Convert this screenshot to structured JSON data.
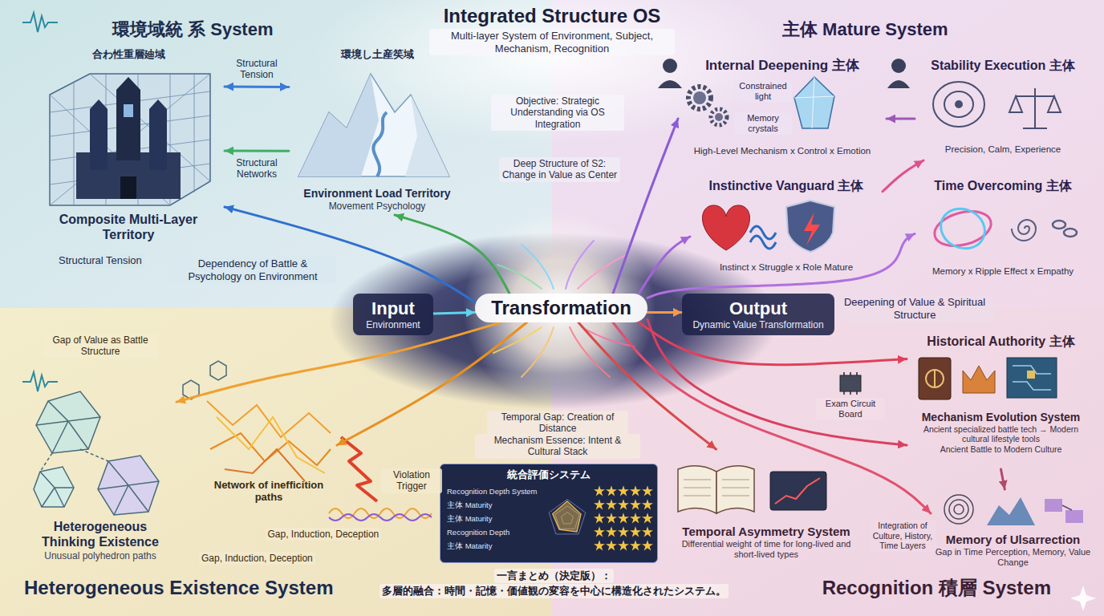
{
  "diagram": {
    "title": "Integrated Structure OS",
    "nodes": [
      {
        "text": [
          "環境域統 系 System"
        ]
      },
      {
        "text": [
          "合わ性重層廸域",
          "Composite Multi-Layer Territory"
        ],
        "in": 0
      },
      {
        "text": [
          "環境し土産笶域",
          "Environment Load Territory",
          "Movement Psychology"
        ],
        "in": 0
      },
      {
        "text": [
          "主体 Mature System"
        ]
      },
      {
        "text": [
          "Internal Deepening 主体",
          "High-Level Mechanism x Control x Emotion"
        ],
        "in": 3
      },
      {
        "text": [
          "Stability Execution 主体",
          "Precision, Calm, Experience"
        ],
        "in": 3
      },
      {
        "text": [
          "Instinctive Vanguard 主体",
          "Instinct x Struggle x Role Mature"
        ],
        "in": 3
      },
      {
        "text": [
          "Time Overcoming 主体",
          "Memory x Ripple Effect x Empathy"
        ],
        "in": 3
      },
      {
        "text": [
          "Input",
          "Environment"
        ]
      },
      {
        "text": [
          "Transformation"
        ]
      },
      {
        "text": [
          "Output",
          "Dynamic Value Transformation"
        ]
      },
      {
        "text": [
          "Heterogeneous Existence System"
        ]
      },
      {
        "text": [
          "Heterogeneous Thinking Existence",
          "Unusual polyhedron paths"
        ],
        "in": 11
      },
      {
        "text": [
          "Network of inefficition paths"
        ],
        "in": 11
      },
      {
        "text": [
          "統合評価システム",
          "Recognition Depth System",
          "主体 Maturity",
          "主体 Maturity",
          "Recognition Depth",
          "主体 Matarity"
        ]
      },
      {
        "text": [
          "Recognition 積層 System"
        ]
      },
      {
        "text": [
          "Historical Authority 主体"
        ],
        "in": 15
      },
      {
        "text": [
          "Mechanism Evolution System",
          "Ancient specialized battle tech → Modern cultural lifestyle tools",
          "Ancient Battle to Modern Culture"
        ],
        "in": 15
      },
      {
        "text": [
          "Temporal Asymmetry System",
          "Differential weight of time for long-lived and short-lived types"
        ],
        "in": 15
      },
      {
        "text": [
          "Memory of Ulsarrection",
          "Gap in Time Perception, Memory, Value Change"
        ],
        "in": 15
      }
    ],
    "edges": [
      {
        "from": 1,
        "to": 2,
        "arrow": "both",
        "label": "Structural Tension"
      },
      {
        "from": 2,
        "to": 1,
        "arrow": "to",
        "label": "Structural Networks"
      },
      {
        "from": 9,
        "to": 1,
        "arrow": "to"
      },
      {
        "from": 9,
        "to": 2,
        "arrow": "to"
      },
      {
        "from": 8,
        "to": 9,
        "arrow": "to"
      },
      {
        "from": 9,
        "to": 10,
        "arrow": "to"
      },
      {
        "from": 9,
        "to": 4,
        "arrow": "to"
      },
      {
        "from": 9,
        "to": 6,
        "arrow": "to"
      },
      {
        "from": 9,
        "to": 7,
        "arrow": "to"
      },
      {
        "from": 5,
        "to": 4,
        "arrow": "to"
      },
      {
        "from": 6,
        "to": 5,
        "arrow": "to"
      },
      {
        "from": 9,
        "to": 12,
        "arrow": "to"
      },
      {
        "from": 9,
        "to": 13,
        "arrow": "to"
      },
      {
        "from": 9,
        "to": 16,
        "arrow": "to"
      },
      {
        "from": 9,
        "to": 17,
        "arrow": "to"
      },
      {
        "from": 9,
        "to": 19,
        "arrow": "to"
      },
      {
        "from": 9,
        "to": 18,
        "arrow": "to"
      },
      {
        "from": 17,
        "to": 19,
        "arrow": "to"
      }
    ],
    "labels": [
      "Multi-layer System of Environment, Subject, Mechanism, Recognition",
      "Objective: Strategic Understanding via OS Integration",
      "Deep Structure of S2: Change in Value as Center",
      "Structural Tension",
      "Dependency of Battle & Psychology on Environment",
      "Constrained light",
      "Memory crystals",
      "Deepening of Value & Spiritual Structure",
      "Gap of Value as Battle Structure",
      "Violation Trigger",
      "Gap, Induction, Deception",
      "Gap, Induction, Deception",
      "Temporal Gap: Creation of Distance",
      "Mechanism Essence: Intent & Cultural Stack",
      "Exam Circuit Board",
      "Integration of Culture, History, Time Layers",
      "一言まとめ（決定版）：",
      "多層的融合：時間・記憶・価値観の変容を中心に構造化されたシステム。"
    ]
  }
}
